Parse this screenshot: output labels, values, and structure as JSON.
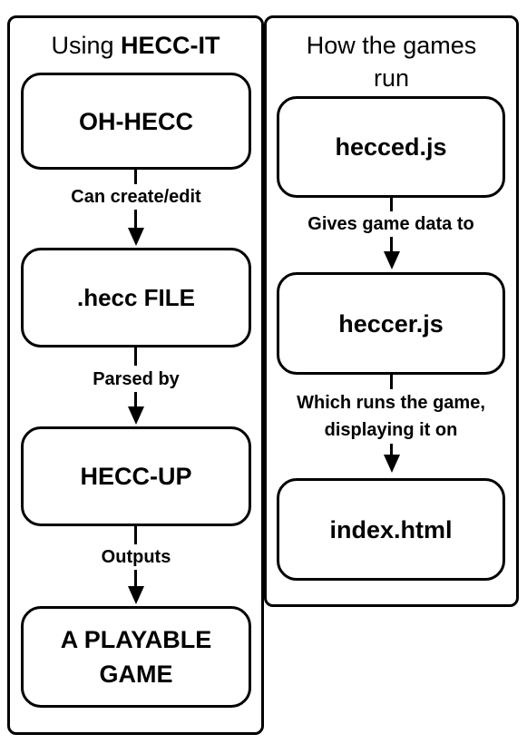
{
  "left_panel": {
    "title_prefix": "Using ",
    "title_bold": "HECC-IT",
    "nodes": [
      "OH-HECC",
      ".hecc FILE",
      "HECC-UP",
      "A PLAYABLE\nGAME"
    ],
    "edge_labels": [
      "Can create/edit",
      "Parsed by",
      "Outputs"
    ]
  },
  "right_panel": {
    "title": "How the games\nrun",
    "nodes": [
      "hecced.js",
      "heccer.js",
      "index.html"
    ],
    "edge_labels": [
      "Gives game data to",
      "Which runs the game,\ndisplaying it on"
    ]
  }
}
